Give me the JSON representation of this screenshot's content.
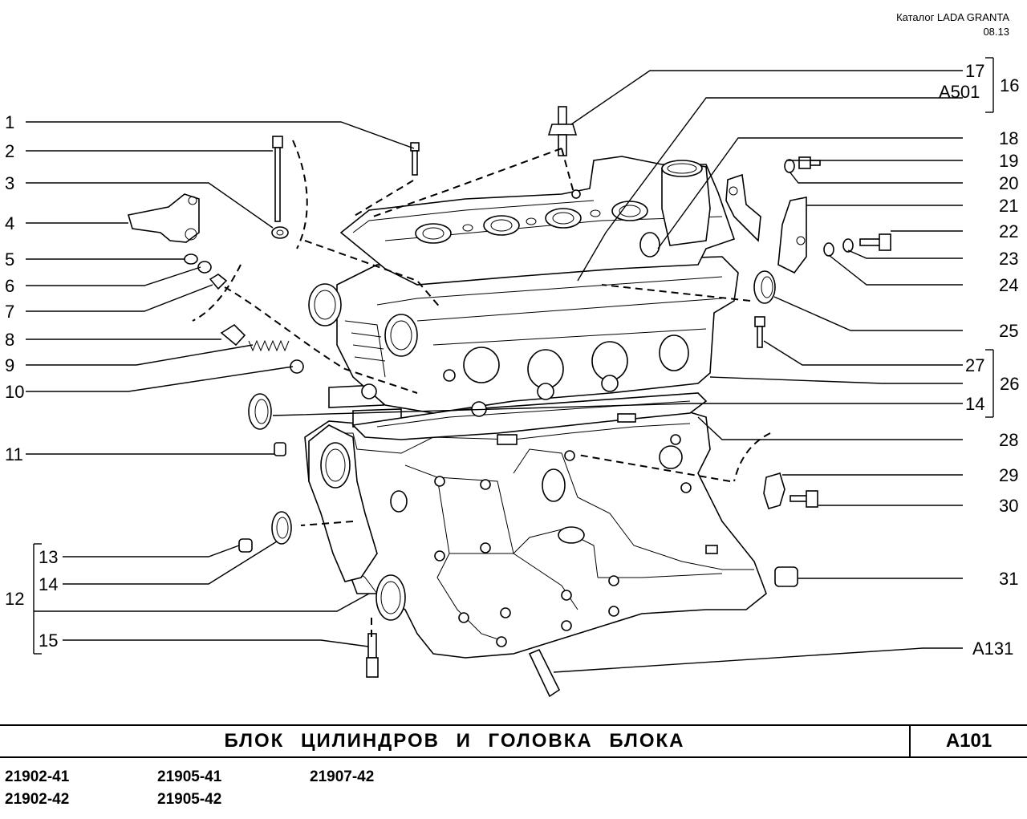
{
  "header": {
    "catalog": "Каталог  LADA  GRANTA",
    "date": "08.13"
  },
  "title": {
    "text": "БЛОК  ЦИЛИНДРОВ  И  ГОЛОВКА  БЛОКА",
    "code": "A101"
  },
  "models": [
    "21902-41",
    "21902-42",
    "21905-41",
    "21905-42",
    "21907-42"
  ],
  "callouts": {
    "l1": "1",
    "l2": "2",
    "l3": "3",
    "l4": "4",
    "l5": "5",
    "l6": "6",
    "l7": "7",
    "l8": "8",
    "l9": "9",
    "l10": "10",
    "l11": "11",
    "l12": "12",
    "l13": "13",
    "l14": "14",
    "l15": "15",
    "r17": "17",
    "rA501": "A501",
    "r16": "16",
    "r18": "18",
    "r19": "19",
    "r20": "20",
    "r21": "21",
    "r22": "22",
    "r23": "23",
    "r24": "24",
    "r25": "25",
    "r27": "27",
    "r26": "26",
    "r14": "14",
    "r28": "28",
    "r29": "29",
    "r30": "30",
    "r31": "31",
    "rA131": "A131"
  }
}
